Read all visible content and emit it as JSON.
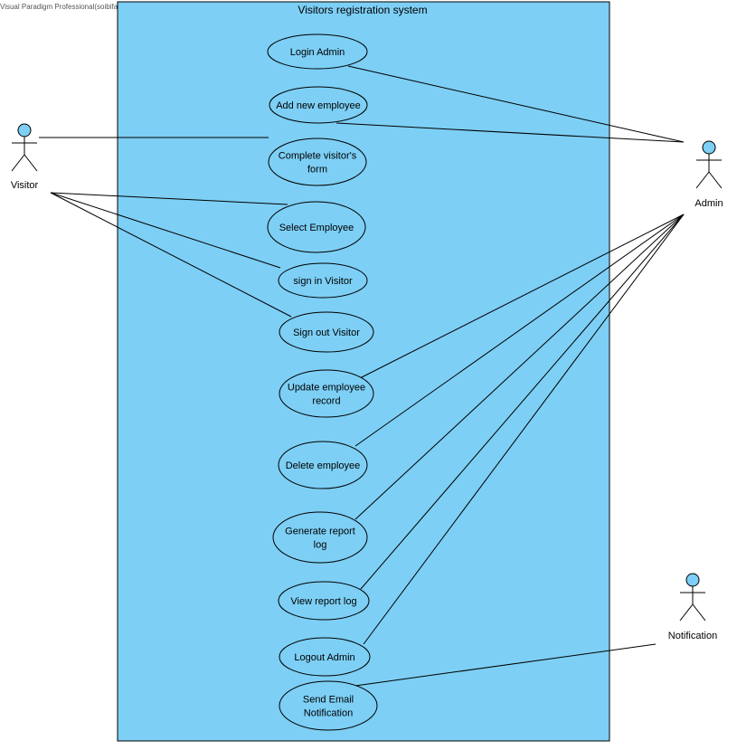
{
  "watermark": "Visual Paradigm Professional(soibifa(Conestoga College))",
  "system": {
    "title": "Visitors registration system",
    "fill": "#7dcff5"
  },
  "colors": {
    "actor_head": "#7dcff5",
    "stroke": "#000000",
    "background": "#ffffff"
  },
  "actors": [
    {
      "id": "visitor",
      "label": "Visitor"
    },
    {
      "id": "admin",
      "label": "Admin"
    },
    {
      "id": "notification",
      "label": "Notification"
    }
  ],
  "use_cases": [
    {
      "id": "login_admin",
      "lines": [
        "Login Admin"
      ]
    },
    {
      "id": "add_employee",
      "lines": [
        "Add new employee"
      ]
    },
    {
      "id": "complete_form",
      "lines": [
        "Complete visitor's",
        "form"
      ]
    },
    {
      "id": "select_employee",
      "lines": [
        "Select Employee"
      ]
    },
    {
      "id": "sign_in",
      "lines": [
        "sign in Visitor"
      ]
    },
    {
      "id": "sign_out",
      "lines": [
        "Sign out Visitor"
      ]
    },
    {
      "id": "update_employee",
      "lines": [
        "Update employee",
        "record"
      ]
    },
    {
      "id": "delete_employee",
      "lines": [
        "Delete employee"
      ]
    },
    {
      "id": "generate_report",
      "lines": [
        "Generate report",
        "log"
      ]
    },
    {
      "id": "view_report",
      "lines": [
        "View report log"
      ]
    },
    {
      "id": "logout_admin",
      "lines": [
        "Logout Admin"
      ]
    },
    {
      "id": "send_email",
      "lines": [
        "Send Email",
        "Notification"
      ]
    }
  ],
  "associations": [
    {
      "actor": "visitor",
      "use_case": "complete_form"
    },
    {
      "actor": "visitor",
      "use_case": "select_employee"
    },
    {
      "actor": "visitor",
      "use_case": "sign_in"
    },
    {
      "actor": "visitor",
      "use_case": "sign_out"
    },
    {
      "actor": "admin",
      "use_case": "login_admin"
    },
    {
      "actor": "admin",
      "use_case": "add_employee"
    },
    {
      "actor": "admin",
      "use_case": "update_employee"
    },
    {
      "actor": "admin",
      "use_case": "delete_employee"
    },
    {
      "actor": "admin",
      "use_case": "generate_report"
    },
    {
      "actor": "admin",
      "use_case": "view_report"
    },
    {
      "actor": "admin",
      "use_case": "logout_admin"
    },
    {
      "actor": "notification",
      "use_case": "send_email"
    }
  ]
}
